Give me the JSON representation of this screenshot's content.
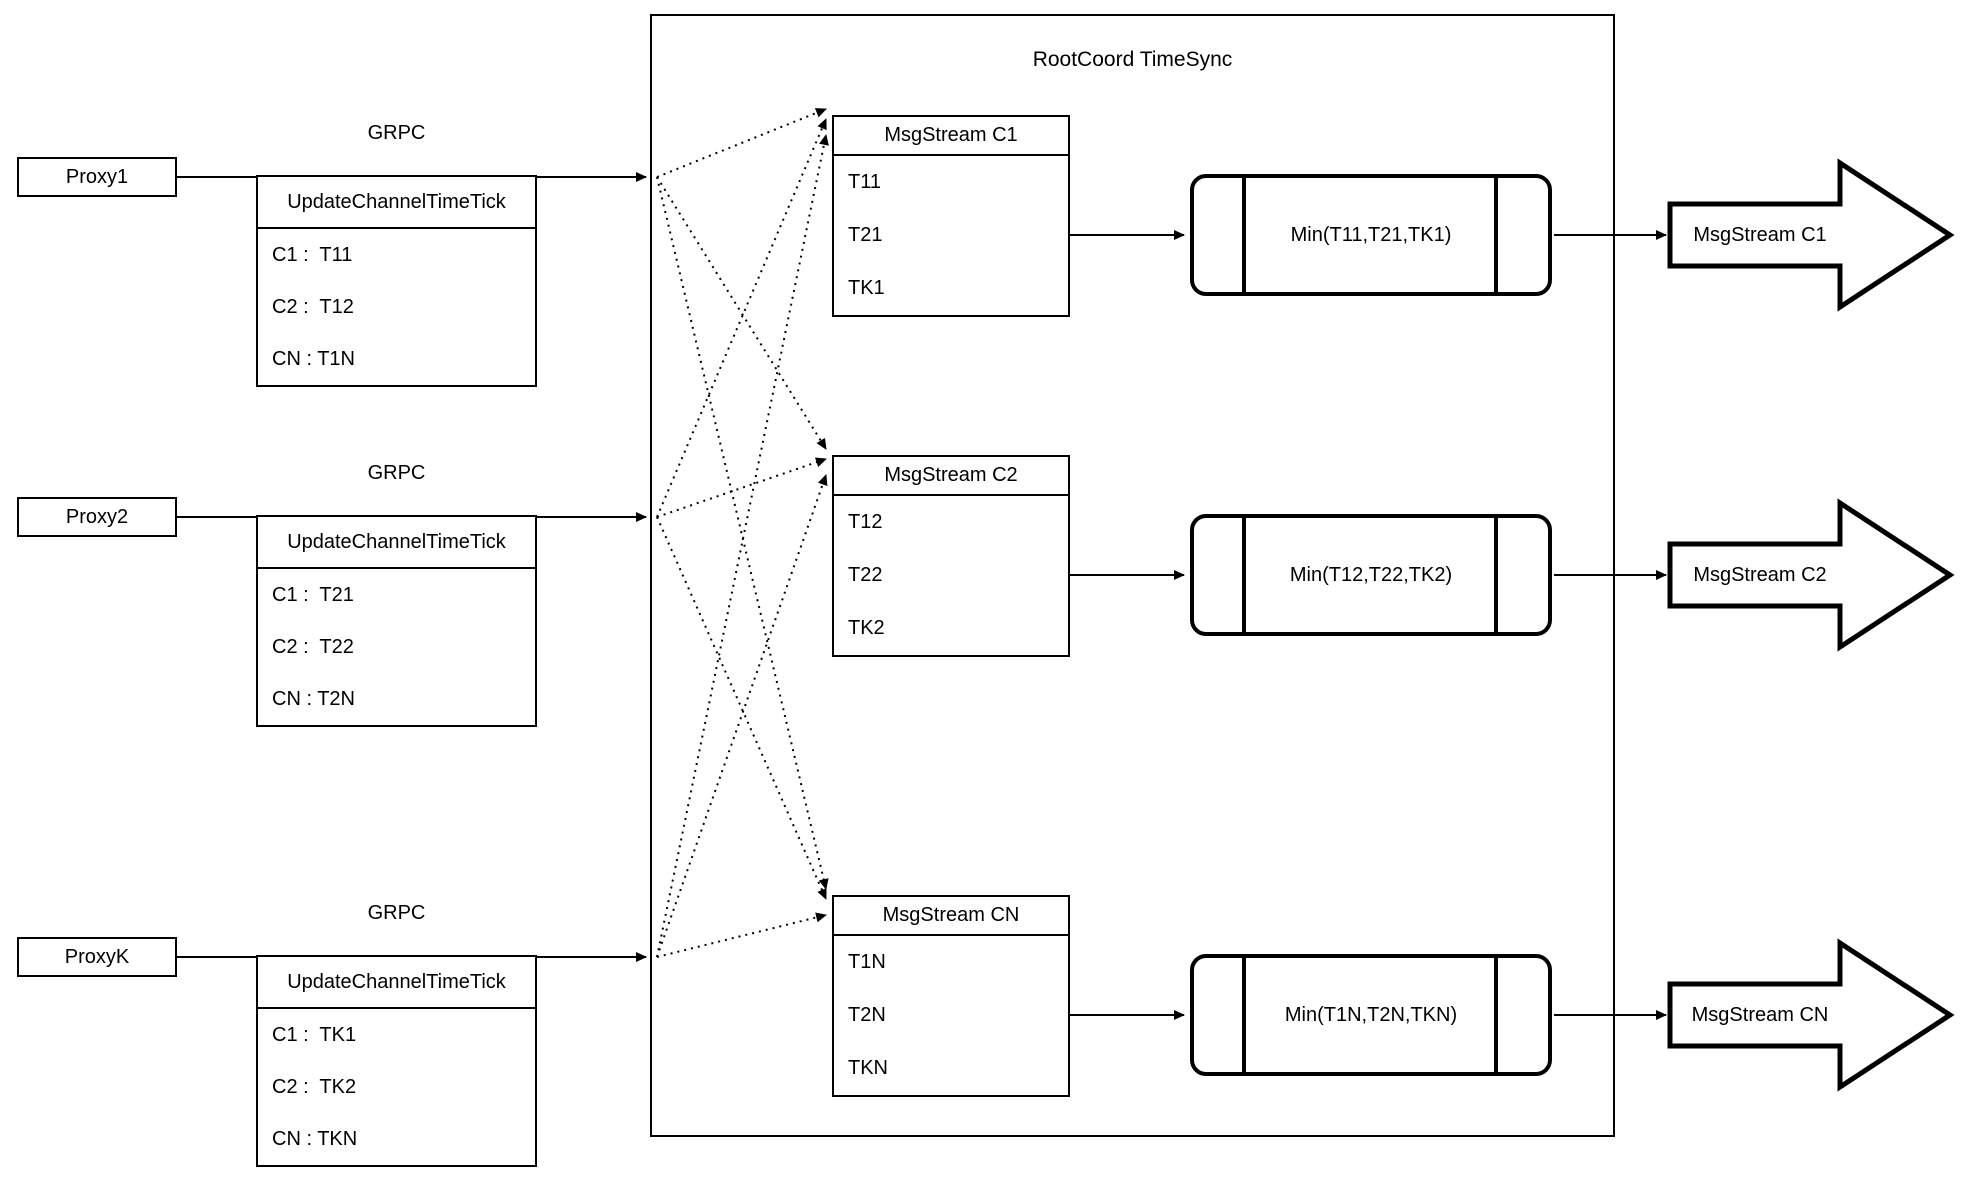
{
  "root_box": {
    "title": "RootCoord TimeSync"
  },
  "proxies": [
    {
      "label": "Proxy1",
      "grpc_label": "GRPC",
      "message": {
        "header": "UpdateChannelTimeTick",
        "rows": [
          "C1 :  T11",
          "C2 :  T12",
          "CN : T1N"
        ]
      }
    },
    {
      "label": "Proxy2",
      "grpc_label": "GRPC",
      "message": {
        "header": "UpdateChannelTimeTick",
        "rows": [
          "C1 :  T21",
          "C2 :  T22",
          "CN : T2N"
        ]
      }
    },
    {
      "label": "ProxyK",
      "grpc_label": "GRPC",
      "message": {
        "header": "UpdateChannelTimeTick",
        "rows": [
          "C1 :  TK1",
          "C2 :  TK2",
          "CN : TKN"
        ]
      }
    }
  ],
  "streams": [
    {
      "collector": {
        "header": "MsgStream C1",
        "rows": [
          "T11",
          "T21",
          "TK1"
        ]
      },
      "min_label": "Min(T11,T21,TK1)",
      "output_label": "MsgStream C1"
    },
    {
      "collector": {
        "header": "MsgStream C2",
        "rows": [
          "T12",
          "T22",
          "TK2"
        ]
      },
      "min_label": "Min(T12,T22,TK2)",
      "output_label": "MsgStream C2"
    },
    {
      "collector": {
        "header": "MsgStream CN",
        "rows": [
          "T1N",
          "T2N",
          "TKN"
        ]
      },
      "min_label": "Min(T1N,T2N,TKN)",
      "output_label": "MsgStream CN"
    }
  ],
  "colors": {
    "stroke": "#000000",
    "background": "#ffffff"
  }
}
